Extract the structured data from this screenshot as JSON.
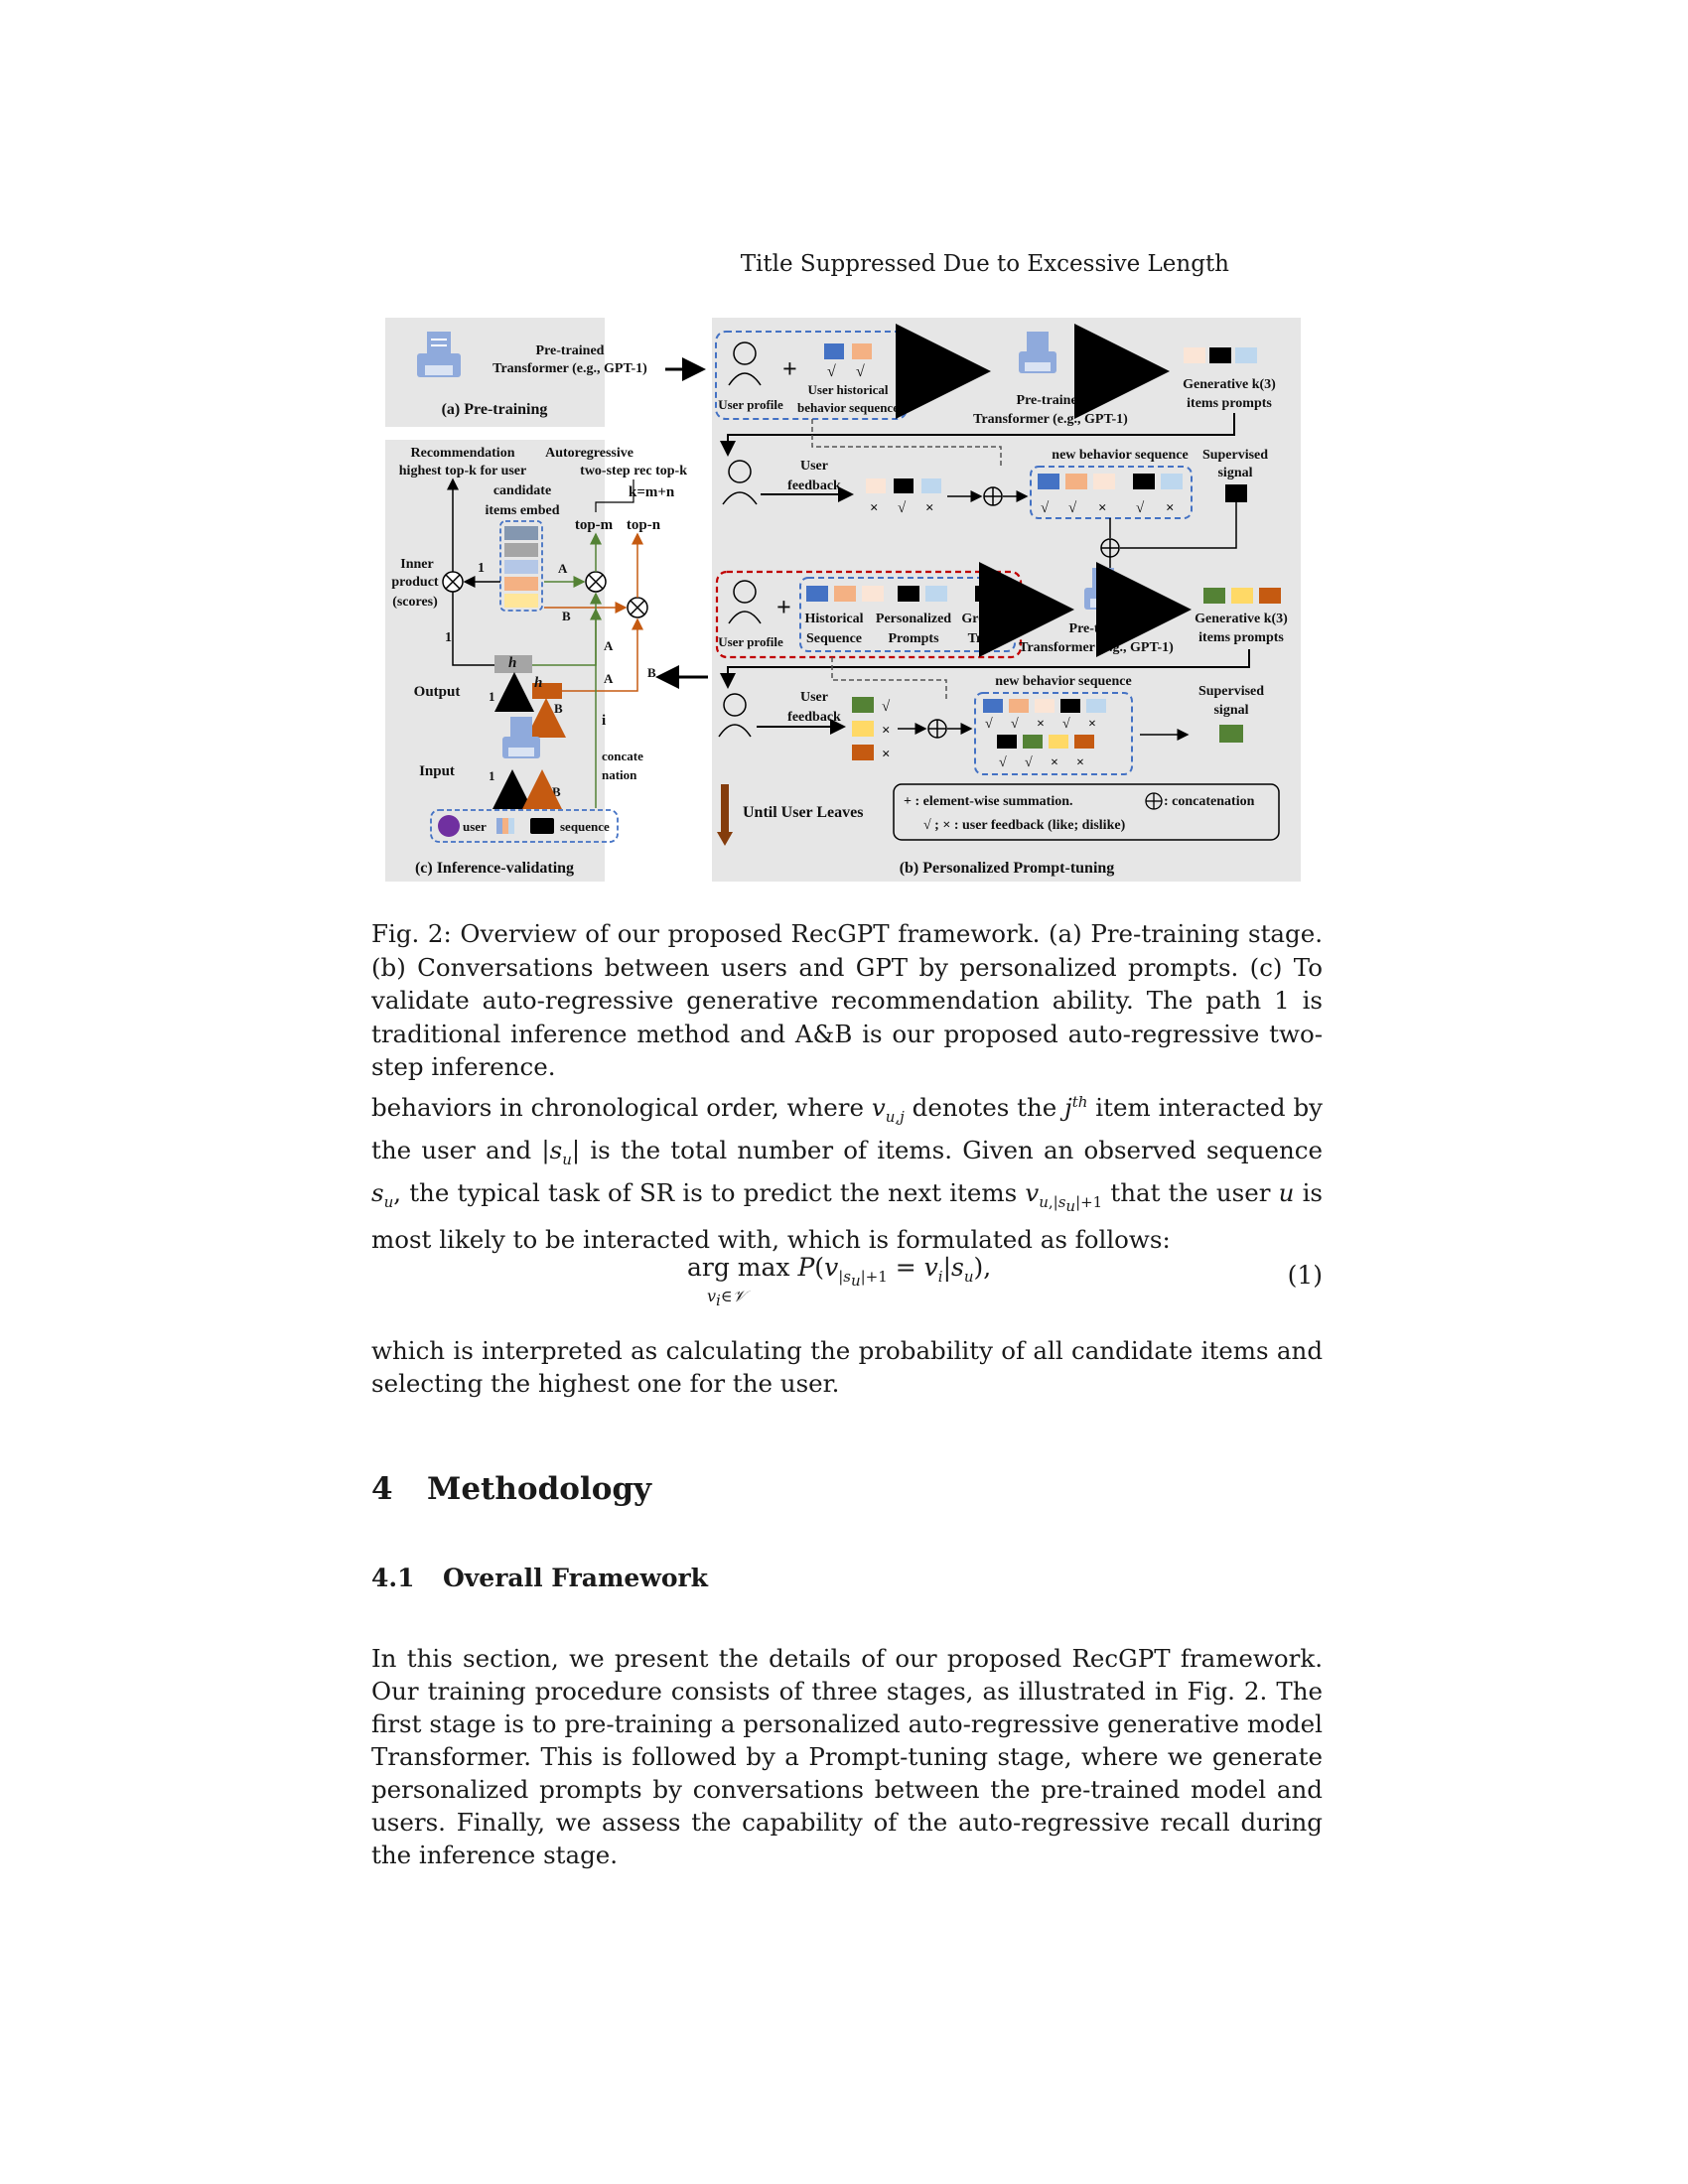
{
  "header": {
    "running_title": "Title Suppressed Due to Excessive Length"
  },
  "figure": {
    "pretraining": {
      "model_label_1": "Pre-trained",
      "model_label_2": "Transformer (e.g., GPT-1)",
      "panel_label": "(a) Pre-training"
    },
    "inference": {
      "recommendation_1": "Recommendation",
      "recommendation_2": "highest top-k for user",
      "autoregressive_1": "Autoregressive",
      "autoregressive_2": "two-step rec top-k",
      "k_eq": "k=m+n",
      "candidate_1": "candidate",
      "candidate_2": "items embed",
      "top_m": "top-m",
      "top_n": "top-n",
      "inner_1": "Inner",
      "inner_2": "product",
      "inner_3": "(scores)",
      "output": "Output",
      "input": "Input",
      "path_1": "1",
      "path_a": "A",
      "path_b": "B",
      "h1": "h",
      "h2": "h",
      "i1": "i",
      "concat_1": "concate",
      "concat_2": "nation",
      "user": "user",
      "sequence": "sequence",
      "panel_label": "(c) Inference-validating"
    },
    "prompt_tuning": {
      "user_profile": "User profile",
      "user_hist_1": "User historical",
      "user_hist_2": "behavior sequence",
      "pretrained_1": "Pre-trained",
      "pretrained_2": "Transformer (e.g., GPT-1)",
      "generative_1": "Generative k(3)",
      "generative_2": "items prompts",
      "user_feedback_1": "User",
      "user_feedback_2": "feedback",
      "new_behavior": "new behavior sequence",
      "supervised_1": "Supervised",
      "supervised_2": "signal",
      "historical_1": "Historical",
      "historical_2": "Sequence",
      "personalized_1": "Personalized",
      "personalized_2": "Prompts",
      "ground_1": "Ground",
      "ground_2": "Truth",
      "until_leaves": "Until User Leaves",
      "legend_1": "+ : element-wise summation.",
      "legend_2": ": concatenation",
      "legend_3": "√ ; × : user feedback (like; dislike)",
      "panel_label": "(b) Personalized Prompt-tuning"
    },
    "colors": {
      "panel_bg": "#e6e6e6",
      "blue": "#4472c4",
      "light_blue": "#bdd7ee",
      "peach": "#f4b183",
      "light_peach": "#fbe5d6",
      "black": "#000000",
      "green": "#548235",
      "yellow": "#ffd966",
      "orange": "#c55a11",
      "gray": "#7f7f7f",
      "purple": "#7030a0",
      "red_dash": "#c00000"
    }
  },
  "caption": {
    "label": "Fig. 2:",
    "text": "Overview of our proposed RecGPT framework. (a) Pre-training stage. (b) Conversations between users and GPT by personalized prompts. (c) To validate auto-regressive generative recommendation ability. The path 1 is traditional inference method and A&B is our proposed auto-regressive two-step inference."
  },
  "body": {
    "p1_a": "behaviors in chronological order, where",
    "p1_b": "denotes the",
    "p1_c": "item interacted by the user and",
    "p1_d": "is the total number of items. Given an observed sequence",
    "p1_e": ", the typical task of SR is to predict the next items",
    "p1_f": "that the user",
    "p1_g": "is most likely to be interacted with, which is formulated as follows:",
    "equation_number": "(1)",
    "p2": "which is interpreted as calculating the probability of all candidate items and selecting the highest one for the user.",
    "section_number": "4",
    "section_title": "Methodology",
    "subsection_number": "4.1",
    "subsection_title": "Overall Framework",
    "p3": "In this section, we present the details of our proposed RecGPT framework. Our training procedure consists of three stages, as illustrated in Fig. 2. The first stage is to pre-training a personalized auto-regressive generative model Transformer. This is followed by a Prompt-tuning stage, where we generate personalized prompts by conversations between the pre-trained model and users. Finally, we assess the capability of the auto-regressive recall during the inference stage."
  }
}
